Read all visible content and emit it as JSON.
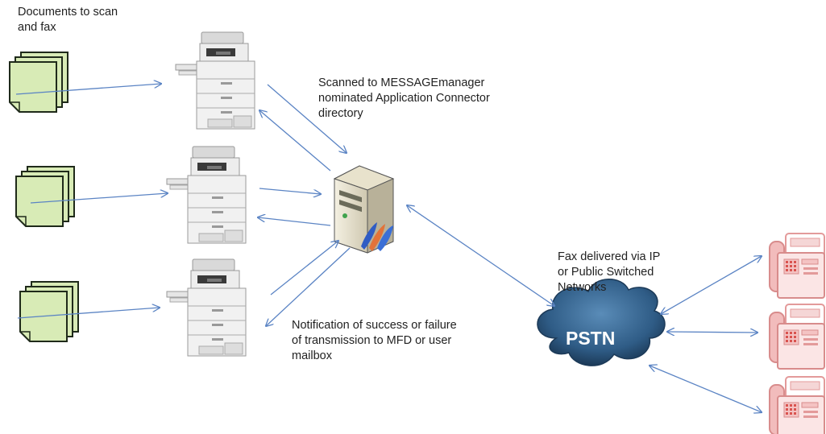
{
  "labels": {
    "documents_line1": "Documents to scan",
    "documents_line2": "and fax",
    "scanned_line1": "Scanned to MESSAGEmanager",
    "scanned_line2": "nominated  Application Connector",
    "scanned_line3": "directory",
    "notification_line1": "Notification of success or failure",
    "notification_line2": "of  transmission to MFD or user",
    "notification_line3": "mailbox",
    "fax_line1": "Fax delivered via IP",
    "fax_line2": "or Public  Switched",
    "fax_line3": "Networks",
    "cloud": "PSTN"
  },
  "colors": {
    "arrow": "#5b84c4",
    "paper": "#d8ebb6",
    "paper_stroke": "#1f2a1a",
    "printer": "#ececec",
    "cloud": "#2f5c86",
    "fax_machine": "#e9a2a2"
  },
  "icons": {
    "documents": "document-stack-icon",
    "printer": "mfd-printer-icon",
    "server": "server-icon",
    "cloud": "pstn-cloud-icon",
    "fax": "fax-machine-icon"
  }
}
